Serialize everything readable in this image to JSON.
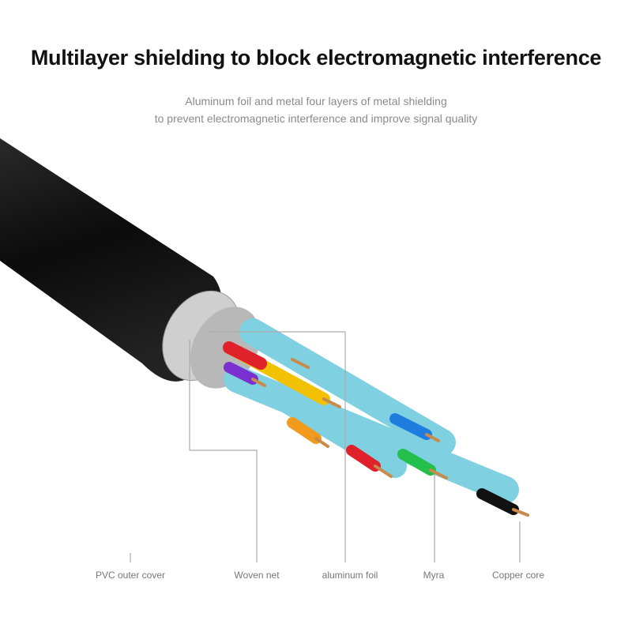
{
  "title": "Multilayer shielding to block electromagnetic interference",
  "subtitle_lines": [
    "Aluminum foil and metal four layers of metal shielding",
    "to prevent electromagnetic interference and improve signal quality"
  ],
  "labels": [
    "PVC outer cover",
    "Woven net",
    "aluminum foil",
    "Myra",
    "Copper core"
  ],
  "colors": {
    "jacket": "#151515",
    "shield_pair": "#7fd0e0",
    "copper": "#c98a4a"
  }
}
